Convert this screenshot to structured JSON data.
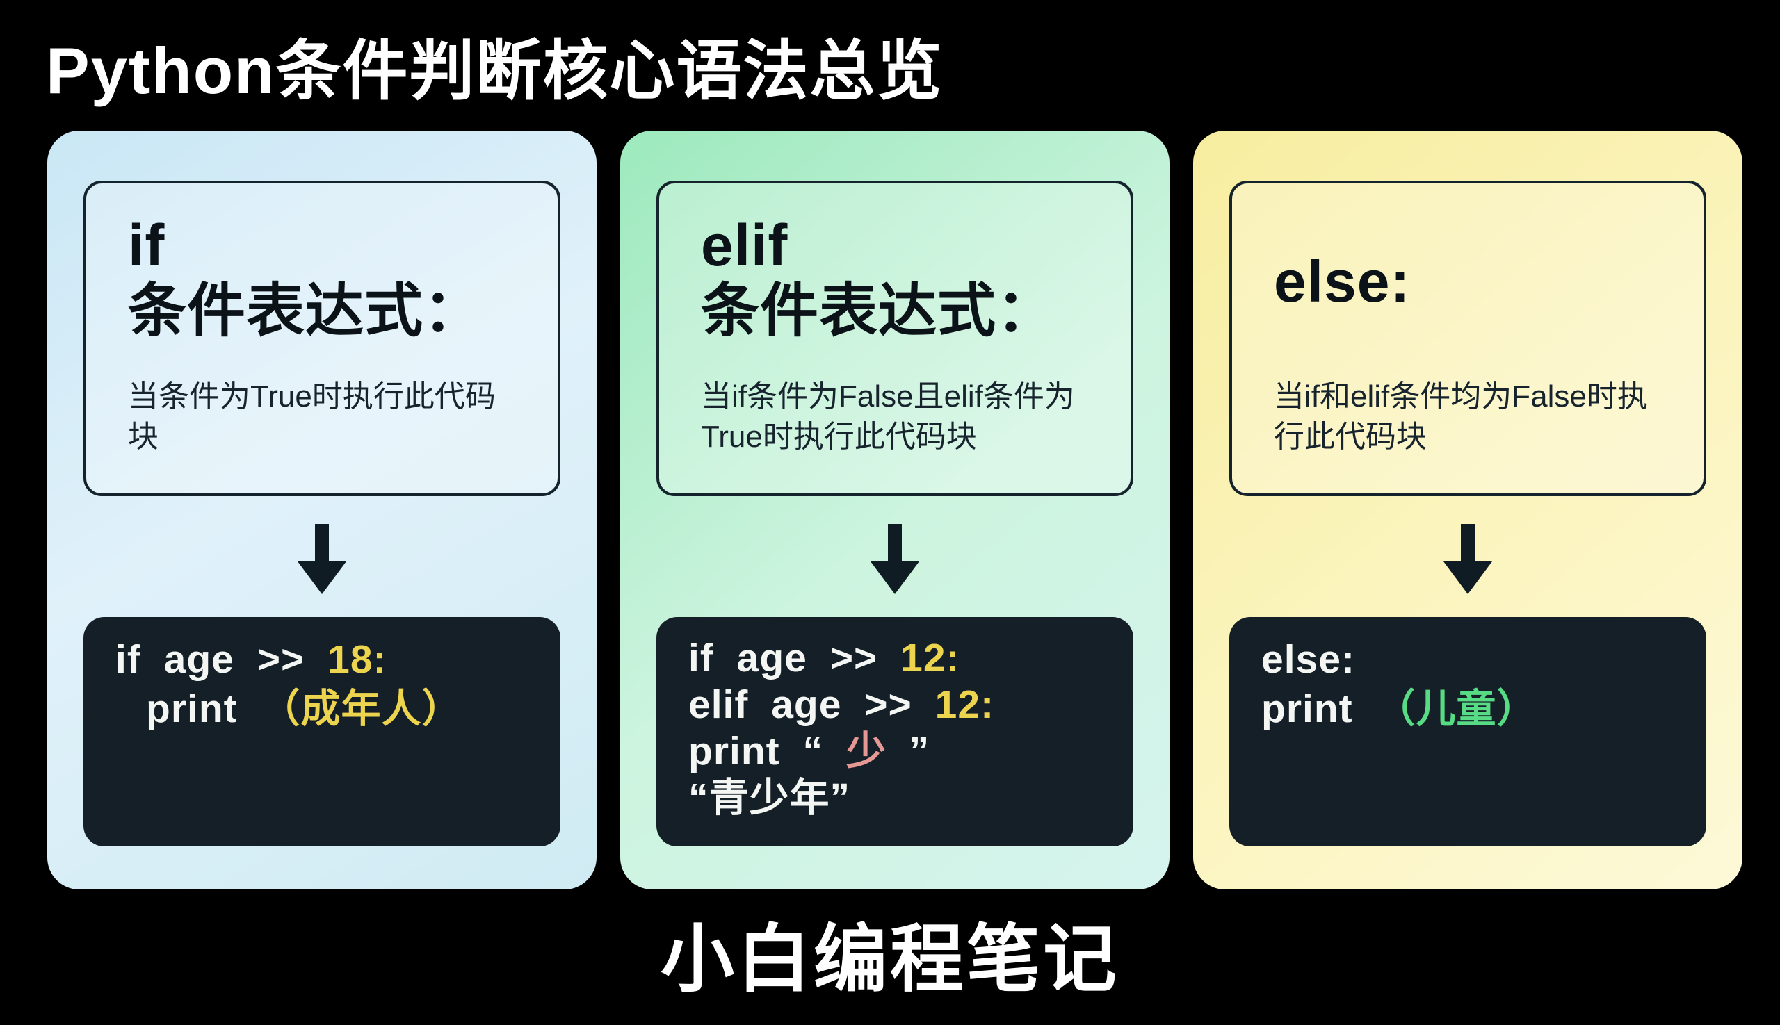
{
  "page": {
    "title": "Python条件判断核心语法总览",
    "footer": "小白编程笔记"
  },
  "colors": {
    "background": "#000000",
    "title_text": "#ffffff",
    "card_if_bg": "#cfe9f6",
    "card_elif_bg": "#a8ecc5",
    "card_else_bg": "#f9f0ab",
    "info_box_border": "#14232c",
    "code_block_bg": "#151f27",
    "code_white": "#f3f6f3",
    "code_yellow": "#edd44f",
    "code_green": "#57db84",
    "code_pink": "#e59894",
    "arrow": "#101c23"
  },
  "cards": [
    {
      "name": "if",
      "heading": [
        "if",
        "条件表达式："
      ],
      "description": "当条件为True时执行此代码块",
      "code_lines": [
        {
          "segments": [
            {
              "text": "if age >> ",
              "color": "white"
            },
            {
              "text": "18:",
              "color": "yellow"
            }
          ]
        },
        {
          "segments": [
            {
              "text": "print ",
              "color": "white"
            },
            {
              "text": "（成年人）",
              "color": "yellow"
            }
          ]
        }
      ]
    },
    {
      "name": "elif",
      "heading": [
        "elif",
        "条件表达式："
      ],
      "description": "当if条件为False且elif条件为True时执行此代码块",
      "code_lines": [
        {
          "segments": [
            {
              "text": "if age >> ",
              "color": "white"
            },
            {
              "text": "12:",
              "color": "yellow"
            }
          ]
        },
        {
          "segments": [
            {
              "text": "elif age >> ",
              "color": "white"
            },
            {
              "text": "12:",
              "color": "yellow"
            }
          ]
        },
        {
          "segments": [
            {
              "text": "print “ ",
              "color": "white"
            },
            {
              "text": "少",
              "color": "pink"
            },
            {
              "text": " ”",
              "color": "white"
            }
          ]
        },
        {
          "segments": [
            {
              "text": "“青少年”",
              "color": "white"
            }
          ]
        }
      ]
    },
    {
      "name": "else",
      "heading": [
        "else:"
      ],
      "description": "当if和elif条件均为False时执行此代码块",
      "code_lines": [
        {
          "segments": [
            {
              "text": "else:",
              "color": "white"
            }
          ]
        },
        {
          "segments": [
            {
              "text": "print ",
              "color": "white"
            },
            {
              "text": "（儿童）",
              "color": "green"
            }
          ]
        }
      ]
    }
  ]
}
